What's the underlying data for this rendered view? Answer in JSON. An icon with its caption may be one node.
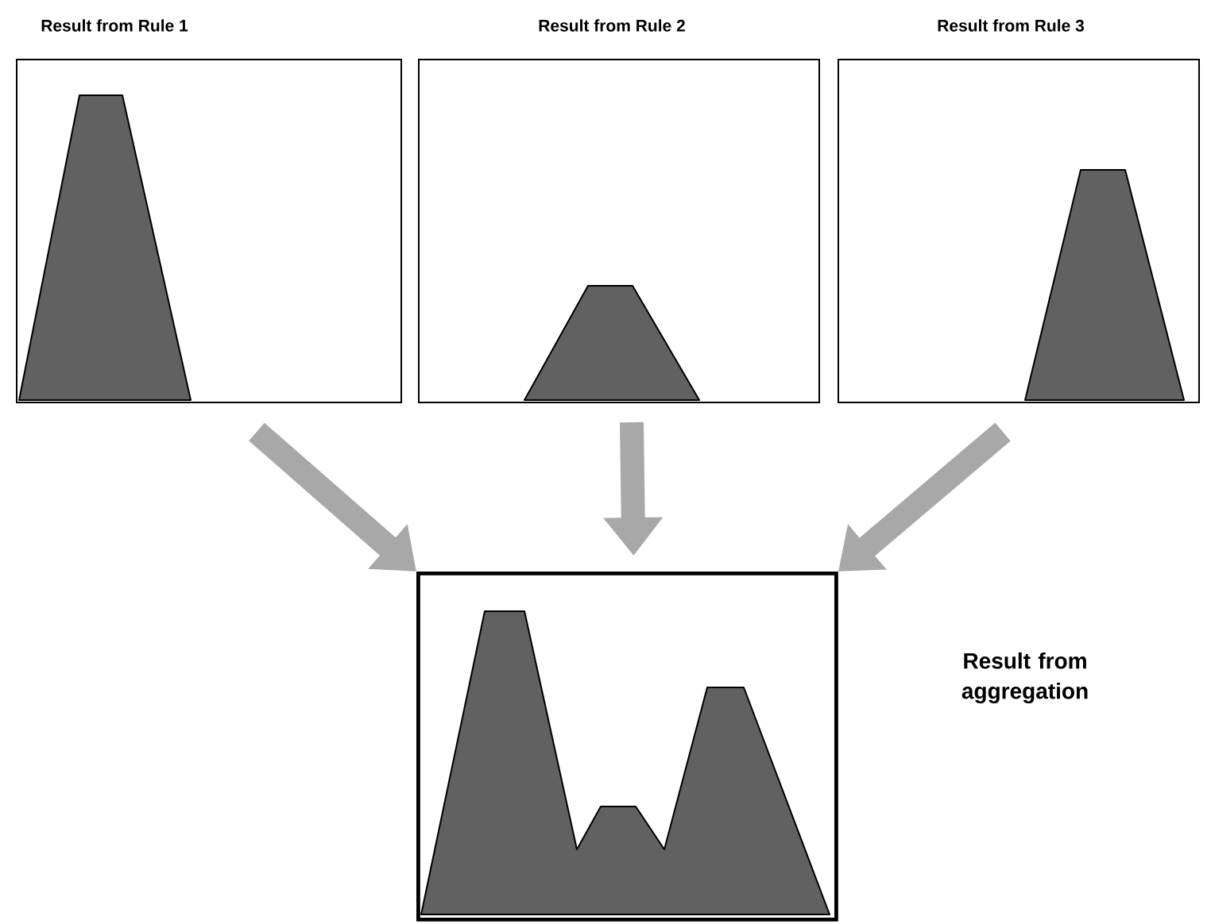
{
  "diagram": {
    "nodes": [
      {
        "text": [
          "Result from Rule 1"
        ]
      },
      {
        "text": [
          "Result from Rule 2"
        ]
      },
      {
        "text": [
          "Result from Rule 3"
        ]
      },
      {
        "text": [],
        "shape": "box"
      }
    ],
    "labels": [
      "Result from aggregation"
    ],
    "edges": [
      {
        "from": 0,
        "to": 3,
        "arrow": "to"
      },
      {
        "from": 1,
        "to": 3,
        "arrow": "to"
      },
      {
        "from": 2,
        "to": 3,
        "arrow": "to"
      }
    ]
  }
}
